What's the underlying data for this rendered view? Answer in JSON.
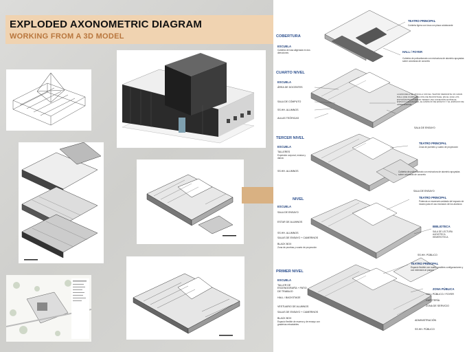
{
  "header": {
    "title": "EXPLODED AXONOMETRIC DIAGRAM",
    "subtitle": "WORKING FROM A 3D MODEL"
  },
  "right_panel": {
    "levels": [
      {
        "name": "COBERTURA",
        "sublabel": "ESCUELA",
        "sublabel_desc": "Cubierta de losa aligerada en dos direcciones"
      },
      {
        "name": "CUARTO NIVEL",
        "sublabel": "ESCUELA",
        "items": [
          "ÁREA DE DOCENTES",
          "SALA DE CÓMPUTO",
          "SS.HH. ALUMNOS",
          "AULAS TEÓRICAS"
        ]
      },
      {
        "name": "TERCER NIVEL",
        "sublabel": "ESCUELA",
        "items": [
          "TALLERES",
          "SS.HH. ALUMNOS"
        ],
        "item_desc": "Expresión corporal, música y danza"
      },
      {
        "name": "NIVEL",
        "sublabel": "ESCUELA",
        "items": [
          "SALA DE ENSAYO",
          "ESTAR DE ALUMNOS",
          "SS.HH. ALUMNOS",
          "SALAS DE ENSAYO + CAMERINOS",
          "BLACK BOX"
        ],
        "item_desc": "Zona de pruebas y cuarto de proyección"
      },
      {
        "name": "PRIMER NIVEL",
        "sublabel": "ESCUELA",
        "items": [
          "TALLER DE ESCENOGRAFÍA + PATIO DE TRABAJO",
          "HALL / BACKSTAGE",
          "VESTUARIO DE ALUMNOS",
          "SALAS DE ENSAYO + CAMERINOS",
          "BLACK BOX"
        ],
        "item_desc": "Espacio flexible de escena y de ensayo con graderías retractables"
      }
    ],
    "callouts": [
      {
        "title": "TEATRO PRINCIPAL",
        "desc": "Cubierta ligera con losa con placa colaborante"
      },
      {
        "title": "HALL / FOYER",
        "desc": "Cubierta de policarbonato con estructura de aluminio apoyadas sobre columnas de concreto"
      },
      {
        "title": "",
        "desc": "LA ESCUELA SE VINCULA CON EL TEATRO MEDIANTE UN GRAN HALL QUE CUMPLE EL ROL DE BACKSTAGE, EN EL QUE LOS ESTUDIANTES PUEDAN TENER UNA CONEXIÓN ENTRE EL ESPACIO DE ESCENA, EL ESPACIO DE ENSAYO Y EL ESPACIO DE APRENDIZAJE."
      },
      {
        "title": "SALA DE ENSAYO",
        "desc": ""
      },
      {
        "title": "TEATRO PRINCIPAL",
        "desc": "Zona de puentes y cuarto de proyección"
      },
      {
        "title": "",
        "desc": "Cubierta de policarbonato con estructura de aluminio apoyadas sobre columnas de concreto"
      },
      {
        "title": "SALA DE ENSAYO",
        "desc": ""
      },
      {
        "title": "TEATRO PRINCIPAL",
        "desc": "Potencia un escenario anidado del espacio de museo para el uso exclusivo de los alumnos"
      },
      {
        "title": "BIBLIOTECA",
        "desc": "SALA DE LECTURA AUDIOTECA HEMEROTECA"
      },
      {
        "title": "SS.HH. PÚBLICO",
        "desc": ""
      },
      {
        "title": "TEATRO PRINCIPAL",
        "desc": "Espacio flexible con cuatro posibles configuraciones y con extensión al parque"
      },
      {
        "title": "ZONA PÚBLICA",
        "desc": "HALL PÚBLICO / FOYER"
      },
      {
        "title": "CAFETERÍA",
        "desc": ""
      },
      {
        "title": "ZONA DE SERVICIO",
        "desc": ""
      },
      {
        "title": "ADMINISTRACIÓN",
        "desc": ""
      },
      {
        "title": "SS.HH. PÚBLICO",
        "desc": ""
      }
    ]
  },
  "colors": {
    "banner": "#f0d3b1",
    "subtitle": "#b8763d",
    "arrow": "#d9b182",
    "level_heading": "#2a4d8c"
  }
}
